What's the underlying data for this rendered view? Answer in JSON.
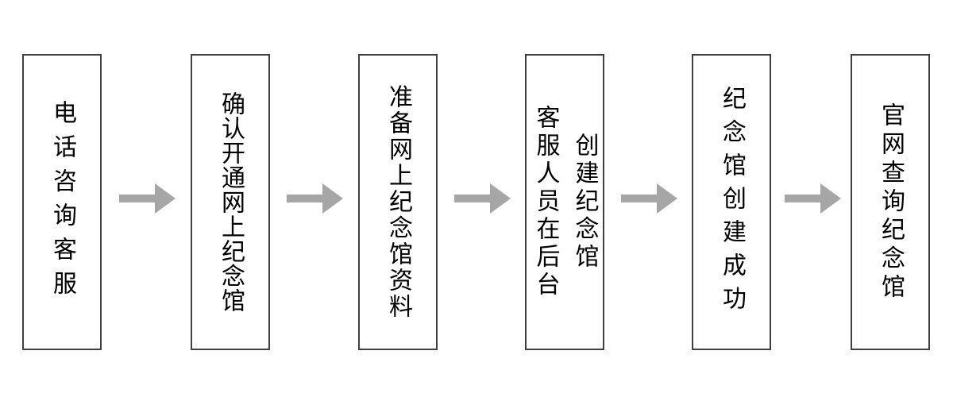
{
  "flowchart": {
    "type": "flowchart",
    "direction": "left-to-right",
    "steps": [
      {
        "lines": [
          "电话咨询客服"
        ]
      },
      {
        "lines": [
          "确认开通网上纪念馆"
        ]
      },
      {
        "lines": [
          "准备网上纪念馆资料"
        ]
      },
      {
        "lines": [
          "客服人员在后台",
          "创建纪念馆"
        ]
      },
      {
        "lines": [
          "纪念馆创建成功"
        ]
      },
      {
        "lines": [
          "官网查询纪念馆"
        ]
      }
    ],
    "connector": "right-arrow",
    "colors": {
      "box_border": "#404040",
      "box_fill": "#ffffff",
      "arrow": "#a6a6a6",
      "text": "#000000",
      "background": "#ffffff"
    }
  }
}
